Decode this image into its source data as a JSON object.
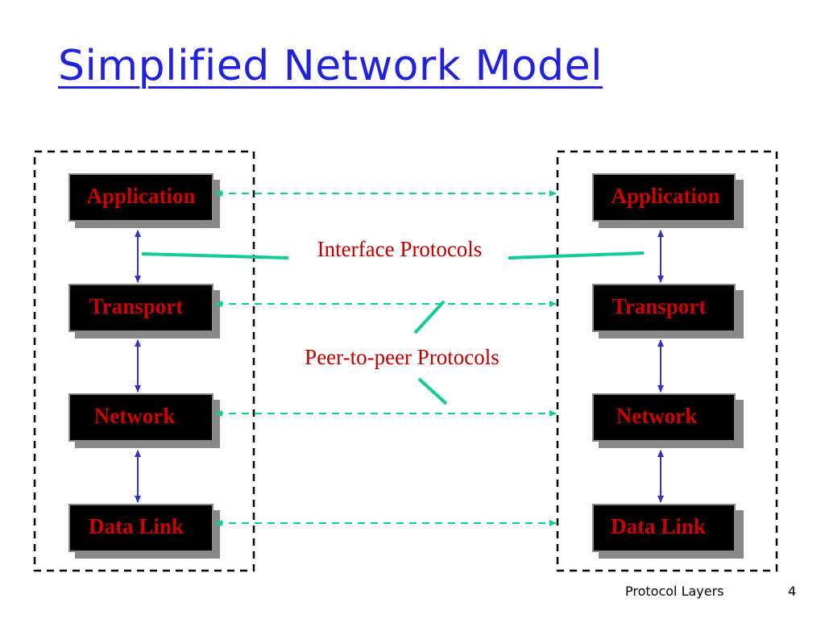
{
  "title": "Simplified Network Model",
  "layers": [
    "Application",
    "Transport",
    "Network",
    "Data Link"
  ],
  "labels": {
    "interface": "Interface Protocols",
    "peer": "Peer-to-peer Protocols"
  },
  "footer": {
    "text": "Protocol Layers",
    "page": "4"
  },
  "colors": {
    "title": "#2222dd",
    "layer_text": "#cc0000",
    "label_text": "#bb0000",
    "peer_line": "#11cc99",
    "vertical_arrow": "#3333bb",
    "box_fill": "#000000",
    "box_shadow": "#888888"
  }
}
